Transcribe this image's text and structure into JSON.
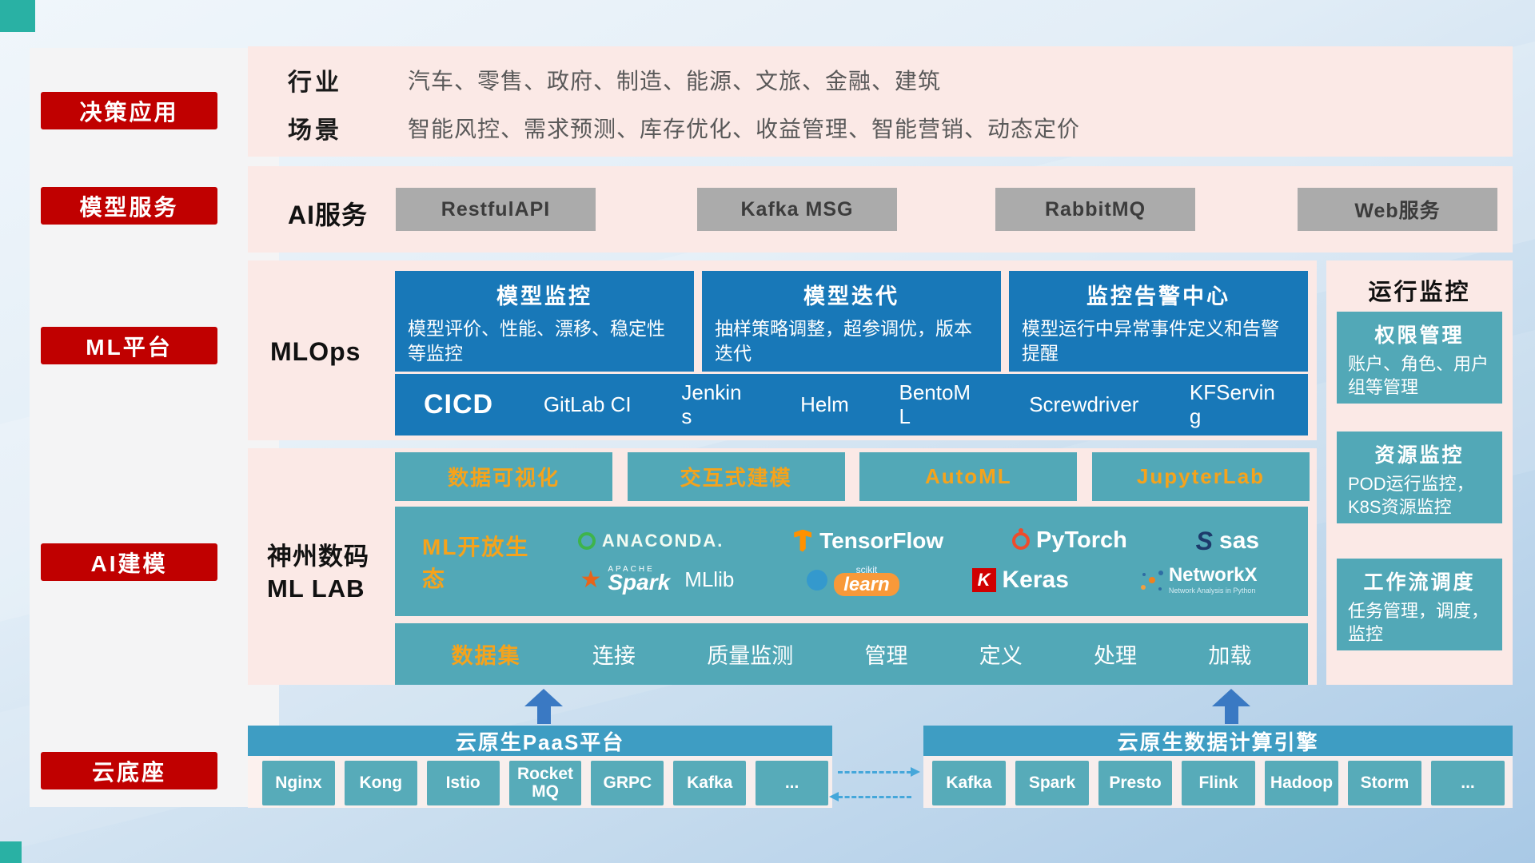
{
  "colors": {
    "red": "#c00000",
    "pink_panel": "#fbe9e6",
    "blue_card": "#1878b8",
    "teal_card": "#52a8b7",
    "teal_header": "#3e9dc3",
    "orange_accent": "#f5a31c",
    "gray_button": "#ababab",
    "arrow_blue": "#3a79c3",
    "corner_teal": "#29b1a4"
  },
  "sidebar": {
    "items": [
      {
        "label": "决策应用"
      },
      {
        "label": "模型服务"
      },
      {
        "label": "ML平台"
      },
      {
        "label": "AI建模"
      },
      {
        "label": "云底座"
      }
    ]
  },
  "decision_apps": {
    "industry_label": "行业",
    "industry_items": "汽车、零售、政府、制造、能源、文旅、金融、建筑",
    "scenario_label": "场景",
    "scenario_items": "智能风控、需求预测、库存优化、收益管理、智能营销、动态定价"
  },
  "ai_service": {
    "label": "AI服务",
    "buttons": [
      {
        "label": "RestfulAPI"
      },
      {
        "label": "Kafka MSG"
      },
      {
        "label": "RabbitMQ"
      },
      {
        "label": "Web服务"
      }
    ]
  },
  "mlops": {
    "label": "MLOps",
    "cards": [
      {
        "title": "模型监控",
        "desc": "模型评价、性能、漂移、稳定性等监控"
      },
      {
        "title": "模型迭代",
        "desc": "抽样策略调整，超参调优，版本迭代"
      },
      {
        "title": "监控告警中心",
        "desc": "模型运行中异常事件定义和告警提醒"
      }
    ],
    "cicd": {
      "title": "CICD",
      "tools": [
        {
          "label": "GitLab CI"
        },
        {
          "label": "Jenkins"
        },
        {
          "label": "Helm"
        },
        {
          "label": "BentoML"
        },
        {
          "label": "Screwdriver"
        },
        {
          "label": "KFServing"
        }
      ]
    }
  },
  "monitoring": {
    "title": "运行监控",
    "cards": [
      {
        "title": "权限管理",
        "desc": "账户、角色、用户组等管理"
      },
      {
        "title": "资源监控",
        "desc": "POD运行监控，K8S资源监控"
      },
      {
        "title": "工作流调度",
        "desc": "任务管理，调度，监控"
      }
    ]
  },
  "mllab": {
    "label_line1": "神州数码",
    "label_line2": "ML LAB",
    "tools": [
      {
        "label": "数据可视化"
      },
      {
        "label": "交互式建模"
      },
      {
        "label": "AutoML"
      },
      {
        "label": "JupyterLab"
      }
    ],
    "ecosystem": {
      "label": "ML开放生态",
      "logos_row1": [
        {
          "name": "ANACONDA."
        },
        {
          "name": "TensorFlow"
        },
        {
          "name": "PyTorch"
        },
        {
          "name": "sas",
          "icon_letter": "S"
        }
      ],
      "logos_row2": [
        {
          "prefix": "APACHE",
          "name": "Spark",
          "suffix": "MLlib"
        },
        {
          "prefix": "scikit",
          "name": "learn"
        },
        {
          "icon_letter": "K",
          "name": "Keras"
        },
        {
          "name": "NetworkX",
          "subtitle": "Network Analysis in Python"
        }
      ]
    },
    "data_row": [
      {
        "label": "数据集"
      },
      {
        "label": "连接"
      },
      {
        "label": "质量监测"
      },
      {
        "label": "管理"
      },
      {
        "label": "定义"
      },
      {
        "label": "处理"
      },
      {
        "label": "加载"
      }
    ]
  },
  "cloud": {
    "paas": {
      "title": "云原生PaaS平台",
      "items": [
        {
          "label": "Nginx"
        },
        {
          "label": "Kong"
        },
        {
          "label": "Istio"
        },
        {
          "label": "RocketMQ"
        },
        {
          "label": "GRPC"
        },
        {
          "label": "Kafka"
        },
        {
          "label": "..."
        }
      ]
    },
    "engine": {
      "title": "云原生数据计算引擎",
      "items": [
        {
          "label": "Kafka"
        },
        {
          "label": "Spark"
        },
        {
          "label": "Presto"
        },
        {
          "label": "Flink"
        },
        {
          "label": "Hadoop"
        },
        {
          "label": "Storm"
        },
        {
          "label": "..."
        }
      ]
    }
  }
}
